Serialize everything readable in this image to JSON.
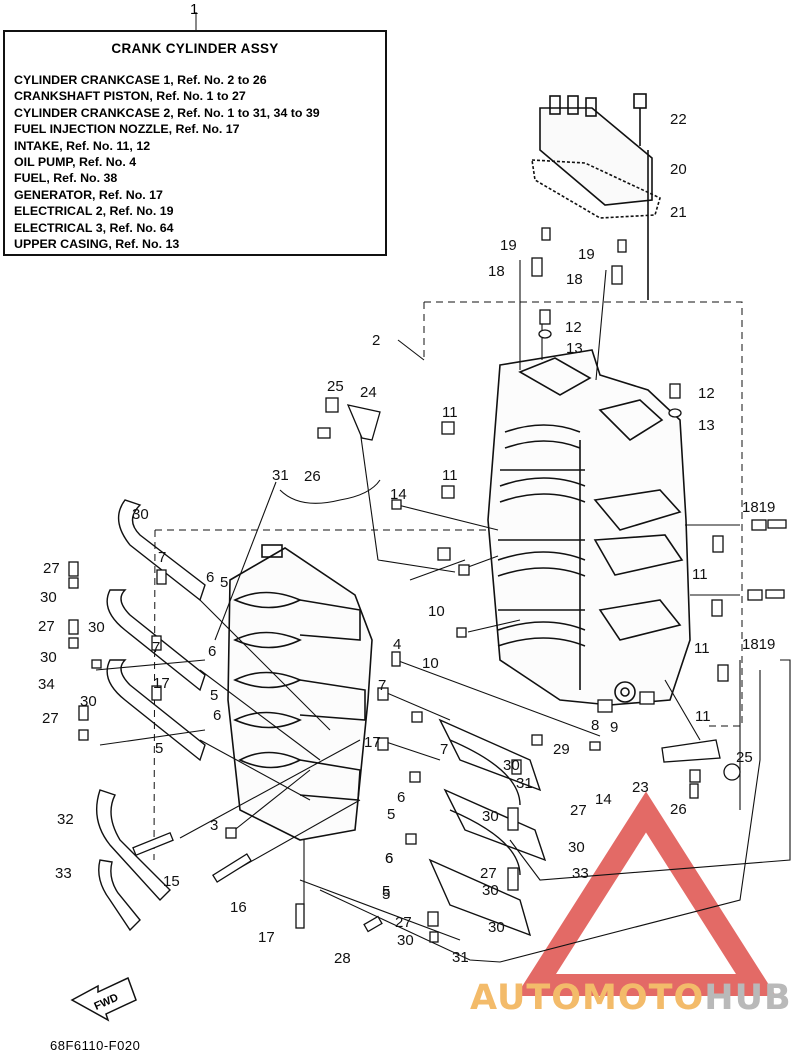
{
  "info_box": {
    "callout": "1",
    "title": "CRANK CYLINDER ASSY",
    "lines": [
      "CYLINDER CRANKCASE 1, Ref. No. 2 to 26",
      "CRANKSHAFT PISTON,  Ref. No. 1 to 27",
      "CYLINDER CRANKCASE 2, Ref. No. 1 to 31, 34 to 39",
      "FUEL INJECTION NOZZLE, Ref. No. 17",
      "INTAKE,  Ref. No. 11, 12",
      "OIL PUMP, Ref. No. 4",
      "FUEL, Ref. No. 38",
      "GENERATOR,  Ref. No. 17",
      "ELECTRICAL 2, Ref. No. 19",
      "ELECTRICAL 3,  Ref. No. 64",
      "UPPER CASING, Ref. No. 13"
    ]
  },
  "part_labels": [
    "22",
    "20",
    "21",
    "19",
    "18",
    "19",
    "18",
    "12",
    "13",
    "2",
    "25",
    "24",
    "12",
    "13",
    "26",
    "11",
    "31",
    "11",
    "14",
    "30",
    "1819",
    "11",
    "27",
    "6",
    "5",
    "30",
    "7",
    "10",
    "27",
    "30",
    "6",
    "30",
    "7",
    "4",
    "1819",
    "11",
    "10",
    "34",
    "17",
    "5",
    "30",
    "7",
    "6",
    "8",
    "9",
    "11",
    "27",
    "17",
    "5",
    "7",
    "6",
    "5",
    "29",
    "25",
    "30",
    "30",
    "23",
    "14",
    "31",
    "26",
    "6",
    "27",
    "32",
    "5",
    "30",
    "3",
    "30",
    "15",
    "33",
    "33",
    "6",
    "27",
    "5",
    "16",
    "30",
    "27",
    "30",
    "17",
    "31",
    "28"
  ],
  "fwd_label": "FWD",
  "diagram_code": "68F6110-F020",
  "watermark": {
    "part1": "AUTOMOTO",
    "part2": "HUB"
  },
  "colors": {
    "ink": "#111111",
    "watermark_orange": "#f3bb6a",
    "watermark_grey": "#b9b9b9",
    "triangle_red": "#e36a66"
  }
}
